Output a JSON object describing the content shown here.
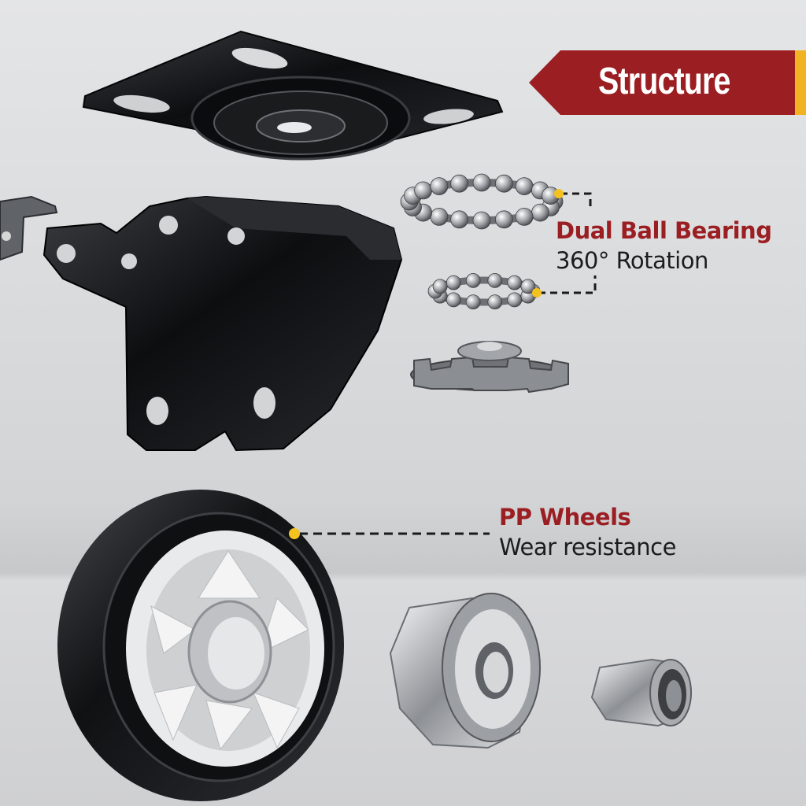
{
  "banner": {
    "title": "Structure",
    "color": "#9b1e22",
    "accent": "#f2b323"
  },
  "callouts": {
    "bearing": {
      "title": "Dual Ball Bearing",
      "subtitle": "360° Rotation"
    },
    "wheels": {
      "title": "PP Wheels",
      "subtitle": "Wear resistance"
    }
  },
  "colors": {
    "title_red": "#9b1e22",
    "dot_yellow": "#f4c21f",
    "metal_black": "#111214",
    "chrome": "#c8cacd"
  }
}
